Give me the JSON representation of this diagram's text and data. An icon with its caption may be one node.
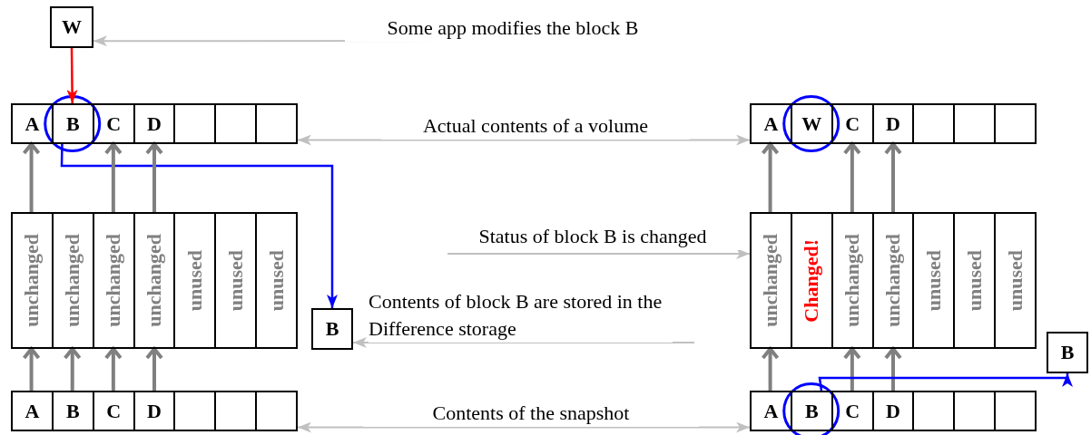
{
  "diagram": {
    "nodes": [
      {
        "text": [
          "W"
        ]
      },
      {
        "text": [],
        "shape": "box"
      },
      {
        "text": [
          "A"
        ],
        "in": 1
      },
      {
        "text": [
          "B"
        ],
        "in": 1
      },
      {
        "text": [
          "C"
        ],
        "in": 1
      },
      {
        "text": [
          "D"
        ],
        "in": 1
      },
      {
        "text": [],
        "shape": "box",
        "in": 1
      },
      {
        "text": [],
        "shape": "box",
        "in": 1
      },
      {
        "text": [],
        "shape": "box",
        "in": 1
      },
      {
        "text": [],
        "shape": "box"
      },
      {
        "text": [
          "unchanged"
        ],
        "in": 9
      },
      {
        "text": [
          "unchanged"
        ],
        "in": 9
      },
      {
        "text": [
          "unchanged"
        ],
        "in": 9
      },
      {
        "text": [
          "unchanged"
        ],
        "in": 9
      },
      {
        "text": [
          "unused"
        ],
        "in": 9
      },
      {
        "text": [
          "unused"
        ],
        "in": 9
      },
      {
        "text": [
          "unused"
        ],
        "in": 9
      },
      {
        "text": [
          "B"
        ]
      },
      {
        "text": [],
        "shape": "box"
      },
      {
        "text": [
          "A"
        ],
        "in": 18
      },
      {
        "text": [
          "B"
        ],
        "in": 18
      },
      {
        "text": [
          "C"
        ],
        "in": 18
      },
      {
        "text": [
          "D"
        ],
        "in": 18
      },
      {
        "text": [],
        "shape": "box",
        "in": 18
      },
      {
        "text": [],
        "shape": "box",
        "in": 18
      },
      {
        "text": [],
        "shape": "box",
        "in": 18
      },
      {
        "text": [],
        "shape": "box"
      },
      {
        "text": [
          "A"
        ],
        "in": 26
      },
      {
        "text": [
          "W"
        ],
        "in": 26
      },
      {
        "text": [
          "C"
        ],
        "in": 26
      },
      {
        "text": [
          "D"
        ],
        "in": 26
      },
      {
        "text": [],
        "shape": "box",
        "in": 26
      },
      {
        "text": [],
        "shape": "box",
        "in": 26
      },
      {
        "text": [],
        "shape": "box",
        "in": 26
      },
      {
        "text": [],
        "shape": "box"
      },
      {
        "text": [
          "unchanged"
        ],
        "in": 34
      },
      {
        "text": [
          "Changed!"
        ],
        "in": 34
      },
      {
        "text": [
          "unchanged"
        ],
        "in": 34
      },
      {
        "text": [
          "unchanged"
        ],
        "in": 34
      },
      {
        "text": [
          "unused"
        ],
        "in": 34
      },
      {
        "text": [
          "unused"
        ],
        "in": 34
      },
      {
        "text": [
          "unused"
        ],
        "in": 34
      },
      {
        "text": [],
        "shape": "box"
      },
      {
        "text": [
          "A"
        ],
        "in": 42
      },
      {
        "text": [
          "B"
        ],
        "in": 42
      },
      {
        "text": [
          "C"
        ],
        "in": 42
      },
      {
        "text": [
          "D"
        ],
        "in": 42
      },
      {
        "text": [],
        "shape": "box",
        "in": 42
      },
      {
        "text": [],
        "shape": "box",
        "in": 42
      },
      {
        "text": [],
        "shape": "box",
        "in": 42
      },
      {
        "text": [
          "B"
        ]
      }
    ],
    "edges": [
      {
        "from": 0,
        "to": 3,
        "arrow": "to",
        "color": "#ff0000"
      },
      {
        "from": 3,
        "to": 17,
        "arrow": "to",
        "color": "#0000ff"
      },
      {
        "from": 10,
        "to": 2,
        "arrow": "to"
      },
      {
        "from": 12,
        "to": 4,
        "arrow": "to"
      },
      {
        "from": 13,
        "to": 5,
        "arrow": "to"
      },
      {
        "from": 19,
        "to": 10,
        "arrow": "to"
      },
      {
        "from": 20,
        "to": 11,
        "arrow": "to"
      },
      {
        "from": 21,
        "to": 12,
        "arrow": "to"
      },
      {
        "from": 22,
        "to": 13,
        "arrow": "to"
      },
      {
        "from": 35,
        "to": 27,
        "arrow": "to"
      },
      {
        "from": 37,
        "to": 29,
        "arrow": "to"
      },
      {
        "from": 38,
        "to": 30,
        "arrow": "to"
      },
      {
        "from": 43,
        "to": 35,
        "arrow": "to"
      },
      {
        "from": 45,
        "to": 37,
        "arrow": "to"
      },
      {
        "from": 46,
        "to": 38,
        "arrow": "to"
      },
      {
        "from": 44,
        "to": 50,
        "arrow": "to",
        "color": "#0000ff"
      },
      {
        "from": null,
        "to": 0,
        "arrow": "to",
        "label": "Some app modifies the block B",
        "color": "#c0c0c0"
      },
      {
        "from": 1,
        "to": 26,
        "arrow": "both",
        "label": "Actual contents of a volume",
        "color": "#c0c0c0"
      },
      {
        "from": null,
        "to": 34,
        "arrow": "to",
        "label": "Status of block B is changed",
        "color": "#c0c0c0"
      },
      {
        "from": null,
        "to": 17,
        "arrow": "to",
        "label": "Contents of block B are stored in the Difference storage",
        "color": "#c0c0c0"
      },
      {
        "from": 18,
        "to": 42,
        "arrow": "both",
        "label": "Contents of the snapshot",
        "color": "#c0c0c0"
      }
    ]
  }
}
